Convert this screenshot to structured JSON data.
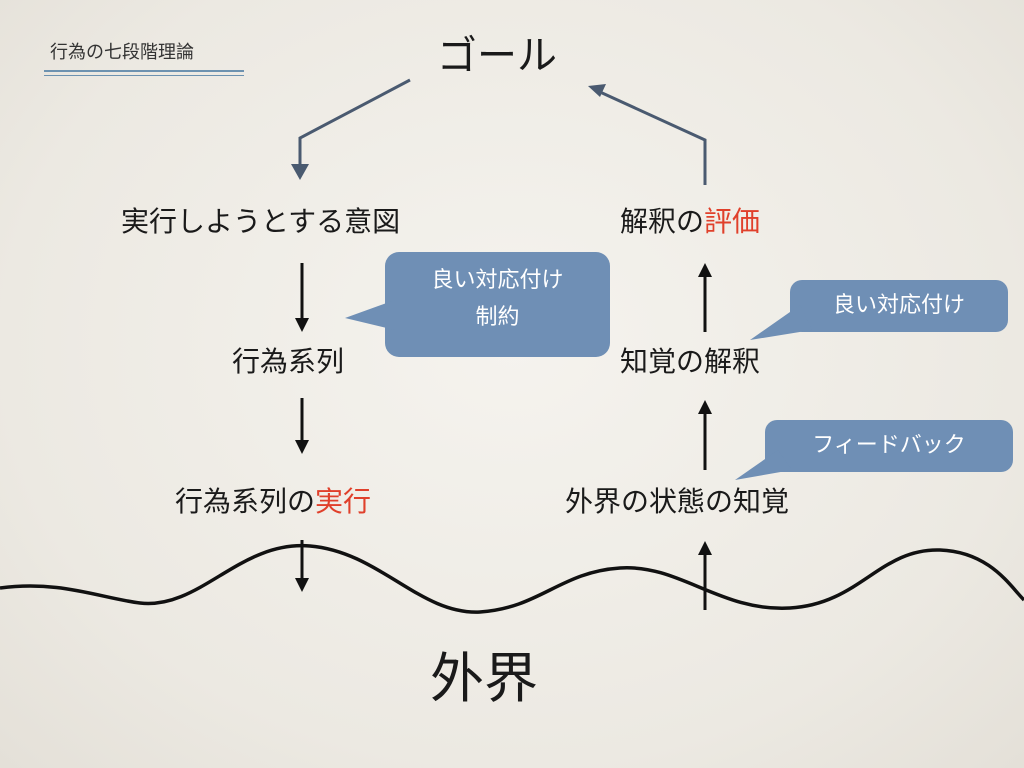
{
  "header": {
    "title": "行為の七段階理論"
  },
  "goal": "ゴール",
  "left_column": {
    "intention": "実行しようとする意図",
    "sequence": "行為系列",
    "execution_prefix": "行為系列の",
    "execution_highlight": "実行"
  },
  "right_column": {
    "evaluation_prefix": "解釈の",
    "evaluation_highlight": "評価",
    "interpretation": "知覚の解釈",
    "perception": "外界の状態の知覚"
  },
  "bubbles": {
    "left_line1": "良い対応付け",
    "left_line2": "制約",
    "right_top": "良い対応付け",
    "right_bottom": "フィードバック"
  },
  "world": "外界",
  "colors": {
    "highlight": "#e0402b",
    "bubble": "#6f8fb5",
    "goal_arrow": "#4a5a70"
  }
}
